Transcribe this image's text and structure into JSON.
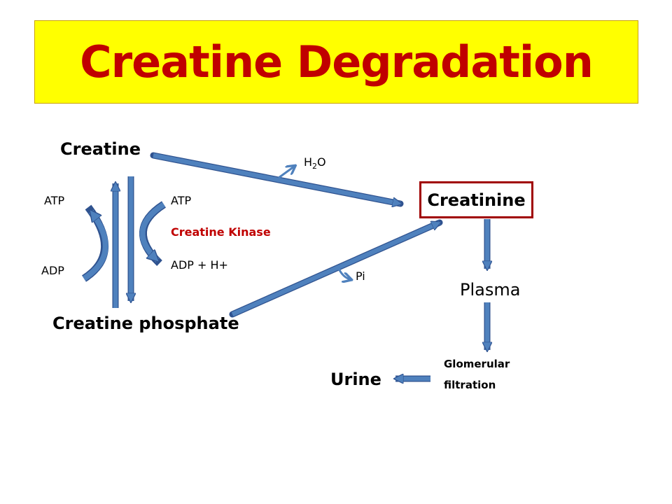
{
  "title": "Creatine Degradation",
  "nodes": {
    "creatine": "Creatine",
    "creatine_phosphate": "Creatine phosphate",
    "creatinine": "Creatinine",
    "plasma": "Plasma",
    "urine": "Urine"
  },
  "cofactors": {
    "atp_left": "ATP",
    "adp_left": "ADP",
    "atp_right": "ATP",
    "adp_h_right": "ADP + H+",
    "water_h": "H",
    "water_sub": "2",
    "water_o": "O",
    "pi": "Pi"
  },
  "enzyme": "Creatine Kinase",
  "process": {
    "glomerular_line1": "Glomerular",
    "glomerular_line2": "filtration"
  },
  "colors": {
    "title_background": "#ffff00",
    "title_text": "#c00000",
    "enzyme_text": "#c00000",
    "creatinine_border": "#a00000",
    "arrow_fill": "#4f81bd",
    "arrow_stroke": "#2f528f"
  }
}
